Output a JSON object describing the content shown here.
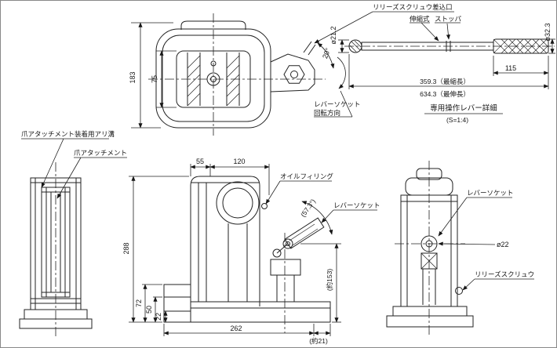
{
  "colors": {
    "line": "#222222",
    "bg": "#ffffff"
  },
  "head_view": {
    "dim_183": "183",
    "dim_75": "75",
    "angle_20": "20°",
    "release_port_label": "リリーズスクリュウ差込口",
    "rotation_label_1": "レバーソケット",
    "rotation_label_2": "回転方向"
  },
  "lever_detail": {
    "telescopic": "伸縮式",
    "stopper": "ストッパ",
    "dia_left": "ø21.2",
    "dia_right": "ø32.3",
    "dim_115": "115",
    "dim_retracted": "359.3（最縮長）",
    "dim_extended": "634.3（最伸長）",
    "title": "専用操作レバー詳細",
    "scale_note": "(S=1:4)"
  },
  "front_view": {
    "dovetail_label": "爪アタッチメント装着用アリ溝",
    "claw_label": "爪アタッチメント"
  },
  "side_view": {
    "dim_55": "55",
    "dim_120": "120",
    "dim_288": "288",
    "dim_72": "72",
    "dim_50": "50",
    "dim_22": "22",
    "dim_262": "262",
    "dim_approx_21": "(約21)",
    "dim_approx_153": "(約153)",
    "angle_57": "(57.3°)",
    "oil_filling_label": "オイルフィリング",
    "lever_socket_label": "レバーソケット"
  },
  "right_view": {
    "lever_socket_label": "レバーソケット",
    "dia_22": "ø22",
    "release_screw_label": "リリーズスクリュウ"
  }
}
